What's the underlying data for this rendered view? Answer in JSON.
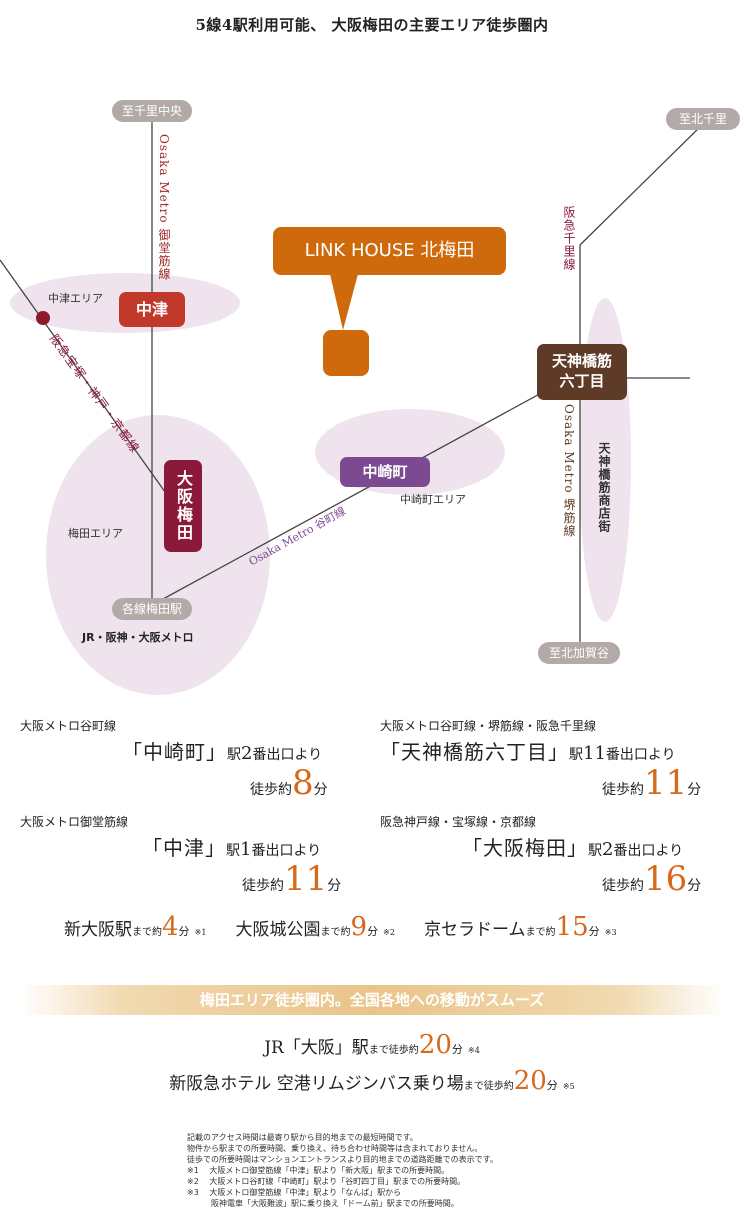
{
  "title": "5線4駅利用可能、 大阪梅田の主要エリア徒歩圏内",
  "destinations": {
    "senri_chuo": "至千里中央",
    "kita_senri": "至北千里",
    "kita_kagaya": "至北加賀谷",
    "kakusen_umeda": "各線梅田駅"
  },
  "property_label": "LINK HOUSE 北梅田",
  "stations": {
    "nakatsu": "中津",
    "osaka_umeda": "大阪梅田",
    "nakazakicho": "中崎町",
    "tenjinbashi_line1": "天神橋筋",
    "tenjinbashi_line2": "六丁目"
  },
  "lines": {
    "midosuji": "Osaka Metro 御堂筋線",
    "hankyu_kobe": "阪急宝塚・神戸・京都線",
    "tanimachi": "Osaka Metro 谷町線",
    "hankyu_senri": "阪急千里線",
    "sakaisuji": "Osaka Metro 堺筋線"
  },
  "areas": {
    "nakatsu_area": "中津エリア",
    "umeda_area": "梅田エリア",
    "nakazakicho_area": "中崎町エリア",
    "tenjinbashi_street": "天神橋筋商店街"
  },
  "operators_note": "JR・阪神・大阪メトロ",
  "access": [
    {
      "line": "大阪メトロ谷町線",
      "station": "「中崎町」",
      "exit_prefix": "駅",
      "exit_num": "2",
      "exit_suffix": "番出口より",
      "walk_label": "徒歩約",
      "minutes": "8",
      "unit": "分"
    },
    {
      "line": "大阪メトロ谷町線・堺筋線・阪急千里線",
      "station": "「天神橋筋六丁目」",
      "exit_prefix": "駅",
      "exit_num": "11",
      "exit_suffix": "番出口より",
      "walk_label": "徒歩約",
      "minutes": "11",
      "unit": "分"
    },
    {
      "line": "大阪メトロ御堂筋線",
      "station": "「中津」",
      "exit_prefix": "駅",
      "exit_num": "1",
      "exit_suffix": "番出口より",
      "walk_label": "徒歩約",
      "minutes": "11",
      "unit": "分"
    },
    {
      "line": "阪急神戸線・宝塚線・京都線",
      "station": "「大阪梅田」",
      "exit_prefix": "駅",
      "exit_num": "2",
      "exit_suffix": "番出口より",
      "walk_label": "徒歩約",
      "minutes": "16",
      "unit": "分"
    }
  ],
  "spots": [
    {
      "name": "新大阪駅",
      "pre": "まで約",
      "minutes": "4",
      "unit": "分",
      "note": "※1"
    },
    {
      "name": "大阪城公園",
      "pre": "まで約",
      "minutes": "9",
      "unit": "分",
      "note": "※2"
    },
    {
      "name": "京セラドーム",
      "pre": "まで約",
      "minutes": "15",
      "unit": "分",
      "note": "※3"
    }
  ],
  "band_text": "梅田エリア徒歩圏内。全国各地への移動がスムーズ",
  "transport": [
    {
      "name": "JR「大阪」駅",
      "pre": "まで徒歩約",
      "minutes": "20",
      "unit": "分",
      "note": "※4"
    },
    {
      "name": "新阪急ホテル 空港リムジンバス乗り場",
      "pre": "まで徒歩約",
      "minutes": "20",
      "unit": "分",
      "note": "※5"
    }
  ],
  "notes": "記載のアクセス時間は最寄り駅から目的地までの最短時間です。\n物件から駅までの所要時間、乗り換え、待ち合わせ時間等は含まれておりません。\n徒歩での所要時間はマンションエントランスより目的地までの道路距離での表示です。\n※1　 大阪メトロ御堂筋線「中津」駅より「新大阪」駅までの所要時間。\n※2　 大阪メトロ谷町線「中崎町」駅より「谷町四丁目」駅までの所要時間。\n※3　 大阪メトロ御堂筋線「中津」駅より「なんば」駅から\n　　　阪神電車「大阪難波」駅に乗り換え「ドーム前」駅までの所要時間。",
  "colors": {
    "nakatsu": "#c0392b",
    "osaka_umeda": "#8b1a3a",
    "nakazakicho": "#7b4a91",
    "tenjinbashi": "#5e3b26",
    "property": "#cf6a0c",
    "area_fill": "#efe4ee",
    "accent_number": "#d8681a"
  }
}
